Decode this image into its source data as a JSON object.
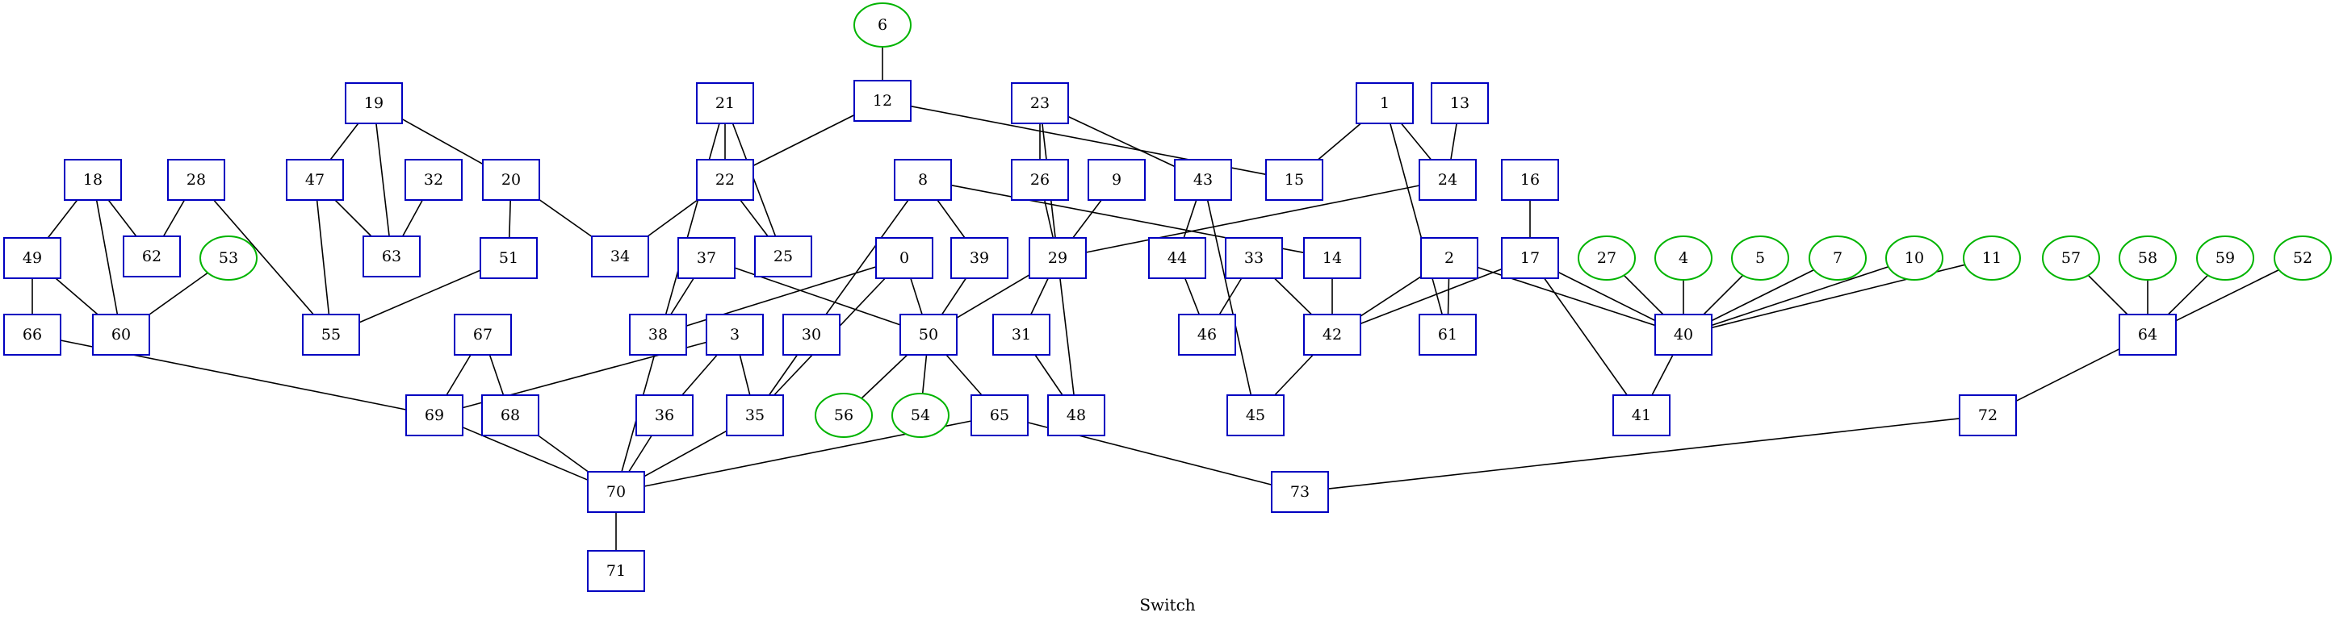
{
  "graph": {
    "caption": "Switch",
    "colors": {
      "switch_stroke": "#0000c0",
      "host_stroke": "#00b400",
      "edge": "#000000"
    },
    "node_shapes": {
      "switch": "box",
      "host": "ellipse"
    },
    "nodes": [
      {
        "id": "0",
        "type": "switch"
      },
      {
        "id": "1",
        "type": "switch"
      },
      {
        "id": "2",
        "type": "switch"
      },
      {
        "id": "3",
        "type": "switch"
      },
      {
        "id": "4",
        "type": "host"
      },
      {
        "id": "5",
        "type": "host"
      },
      {
        "id": "6",
        "type": "host"
      },
      {
        "id": "7",
        "type": "host"
      },
      {
        "id": "8",
        "type": "switch"
      },
      {
        "id": "9",
        "type": "switch"
      },
      {
        "id": "10",
        "type": "host"
      },
      {
        "id": "11",
        "type": "host"
      },
      {
        "id": "12",
        "type": "switch"
      },
      {
        "id": "13",
        "type": "switch"
      },
      {
        "id": "14",
        "type": "switch"
      },
      {
        "id": "15",
        "type": "switch"
      },
      {
        "id": "16",
        "type": "switch"
      },
      {
        "id": "17",
        "type": "switch"
      },
      {
        "id": "18",
        "type": "switch"
      },
      {
        "id": "19",
        "type": "switch"
      },
      {
        "id": "20",
        "type": "switch"
      },
      {
        "id": "21",
        "type": "switch"
      },
      {
        "id": "22",
        "type": "switch"
      },
      {
        "id": "23",
        "type": "switch"
      },
      {
        "id": "24",
        "type": "switch"
      },
      {
        "id": "25",
        "type": "switch"
      },
      {
        "id": "26",
        "type": "switch"
      },
      {
        "id": "27",
        "type": "host"
      },
      {
        "id": "28",
        "type": "switch"
      },
      {
        "id": "29",
        "type": "switch"
      },
      {
        "id": "30",
        "type": "switch"
      },
      {
        "id": "31",
        "type": "switch"
      },
      {
        "id": "32",
        "type": "switch"
      },
      {
        "id": "33",
        "type": "switch"
      },
      {
        "id": "34",
        "type": "switch"
      },
      {
        "id": "35",
        "type": "switch"
      },
      {
        "id": "36",
        "type": "switch"
      },
      {
        "id": "37",
        "type": "switch"
      },
      {
        "id": "38",
        "type": "switch"
      },
      {
        "id": "39",
        "type": "switch"
      },
      {
        "id": "40",
        "type": "switch"
      },
      {
        "id": "41",
        "type": "switch"
      },
      {
        "id": "42",
        "type": "switch"
      },
      {
        "id": "43",
        "type": "switch"
      },
      {
        "id": "44",
        "type": "switch"
      },
      {
        "id": "45",
        "type": "switch"
      },
      {
        "id": "46",
        "type": "switch"
      },
      {
        "id": "47",
        "type": "switch"
      },
      {
        "id": "48",
        "type": "switch"
      },
      {
        "id": "49",
        "type": "switch"
      },
      {
        "id": "50",
        "type": "switch"
      },
      {
        "id": "51",
        "type": "switch"
      },
      {
        "id": "52",
        "type": "host"
      },
      {
        "id": "53",
        "type": "host"
      },
      {
        "id": "54",
        "type": "host"
      },
      {
        "id": "55",
        "type": "switch"
      },
      {
        "id": "56",
        "type": "host"
      },
      {
        "id": "57",
        "type": "host"
      },
      {
        "id": "58",
        "type": "host"
      },
      {
        "id": "59",
        "type": "host"
      },
      {
        "id": "60",
        "type": "switch"
      },
      {
        "id": "61",
        "type": "switch"
      },
      {
        "id": "62",
        "type": "switch"
      },
      {
        "id": "63",
        "type": "switch"
      },
      {
        "id": "64",
        "type": "switch"
      },
      {
        "id": "65",
        "type": "switch"
      },
      {
        "id": "66",
        "type": "switch"
      },
      {
        "id": "67",
        "type": "switch"
      },
      {
        "id": "68",
        "type": "switch"
      },
      {
        "id": "69",
        "type": "switch"
      },
      {
        "id": "70",
        "type": "switch"
      },
      {
        "id": "71",
        "type": "switch"
      },
      {
        "id": "72",
        "type": "switch"
      },
      {
        "id": "73",
        "type": "switch"
      }
    ],
    "edges": [
      [
        "6",
        "12"
      ],
      [
        "12",
        "22"
      ],
      [
        "12",
        "15"
      ],
      [
        "19",
        "47"
      ],
      [
        "19",
        "63"
      ],
      [
        "19",
        "20"
      ],
      [
        "21",
        "22"
      ],
      [
        "21",
        "25"
      ],
      [
        "21",
        "70"
      ],
      [
        "23",
        "26"
      ],
      [
        "23",
        "43"
      ],
      [
        "23",
        "29"
      ],
      [
        "1",
        "15"
      ],
      [
        "1",
        "24"
      ],
      [
        "1",
        "61"
      ],
      [
        "13",
        "24"
      ],
      [
        "24",
        "29"
      ],
      [
        "18",
        "49"
      ],
      [
        "18",
        "62"
      ],
      [
        "18",
        "60"
      ],
      [
        "28",
        "62"
      ],
      [
        "28",
        "55"
      ],
      [
        "47",
        "63"
      ],
      [
        "47",
        "55"
      ],
      [
        "32",
        "63"
      ],
      [
        "20",
        "51"
      ],
      [
        "20",
        "34"
      ],
      [
        "22",
        "34"
      ],
      [
        "22",
        "25"
      ],
      [
        "8",
        "39"
      ],
      [
        "8",
        "30"
      ],
      [
        "8",
        "14"
      ],
      [
        "26",
        "29"
      ],
      [
        "9",
        "29"
      ],
      [
        "43",
        "44"
      ],
      [
        "43",
        "45"
      ],
      [
        "16",
        "17"
      ],
      [
        "49",
        "66"
      ],
      [
        "49",
        "60"
      ],
      [
        "53",
        "60"
      ],
      [
        "51",
        "55"
      ],
      [
        "37",
        "38"
      ],
      [
        "37",
        "50"
      ],
      [
        "0",
        "38"
      ],
      [
        "0",
        "50"
      ],
      [
        "0",
        "35"
      ],
      [
        "39",
        "50"
      ],
      [
        "29",
        "50"
      ],
      [
        "29",
        "31"
      ],
      [
        "29",
        "48"
      ],
      [
        "44",
        "46"
      ],
      [
        "33",
        "46"
      ],
      [
        "33",
        "42"
      ],
      [
        "14",
        "42"
      ],
      [
        "2",
        "42"
      ],
      [
        "2",
        "61"
      ],
      [
        "2",
        "40"
      ],
      [
        "17",
        "42"
      ],
      [
        "17",
        "40"
      ],
      [
        "17",
        "41"
      ],
      [
        "27",
        "40"
      ],
      [
        "4",
        "40"
      ],
      [
        "5",
        "40"
      ],
      [
        "7",
        "40"
      ],
      [
        "10",
        "40"
      ],
      [
        "11",
        "40"
      ],
      [
        "57",
        "64"
      ],
      [
        "58",
        "64"
      ],
      [
        "59",
        "64"
      ],
      [
        "52",
        "64"
      ],
      [
        "66",
        "69"
      ],
      [
        "67",
        "69"
      ],
      [
        "67",
        "68"
      ],
      [
        "3",
        "69"
      ],
      [
        "3",
        "36"
      ],
      [
        "3",
        "35"
      ],
      [
        "30",
        "35"
      ],
      [
        "50",
        "56"
      ],
      [
        "50",
        "54"
      ],
      [
        "50",
        "65"
      ],
      [
        "31",
        "48"
      ],
      [
        "42",
        "45"
      ],
      [
        "40",
        "41"
      ],
      [
        "64",
        "72"
      ],
      [
        "69",
        "70"
      ],
      [
        "68",
        "70"
      ],
      [
        "36",
        "70"
      ],
      [
        "35",
        "70"
      ],
      [
        "65",
        "70"
      ],
      [
        "65",
        "73"
      ],
      [
        "72",
        "73"
      ],
      [
        "70",
        "71"
      ]
    ]
  }
}
